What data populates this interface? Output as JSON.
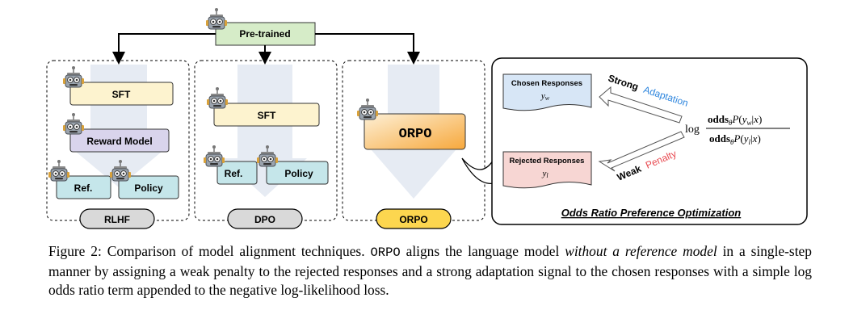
{
  "diagram": {
    "top_node": "Pre-trained",
    "panels": {
      "rlhf": {
        "label": "RLHF",
        "sft": "SFT",
        "reward_model": "Reward Model",
        "ref": "Ref.",
        "policy": "Policy"
      },
      "dpo": {
        "label": "DPO",
        "sft": "SFT",
        "ref": "Ref.",
        "policy": "Policy"
      },
      "orpo": {
        "label": "ORPO",
        "box": "ORPO"
      }
    },
    "detail": {
      "chosen_title": "Chosen Responses",
      "chosen_var": "yw",
      "rejected_title": "Rejected Responses",
      "rejected_var": "yl",
      "strong_word": "Strong",
      "adaptation_word": "Adaptation",
      "weak_word": "Weak",
      "penalty_word": "Penalty",
      "formula_log": "log",
      "formula_num": "oddsθP(yw|x)",
      "formula_den": "oddsθP(yl|x)",
      "title": "Odds Ratio Preference Optimization"
    },
    "colors": {
      "sft": "#fdf3cf",
      "reward_model": "#d9d4ec",
      "ref_policy": "#c5e6ea",
      "pretrained": "#d6ecc8",
      "orpo_gradient_start": "#fdf0d6",
      "orpo_gradient_end": "#f7a83c",
      "orpo_label": "#fcd64f",
      "pill": "#d9d9d9",
      "chosen_doc": "#d7e6f6",
      "rejected_doc": "#f7d6d3",
      "adaptation": "#2e86de",
      "penalty": "#e8474e",
      "shadow_arrow": "#e6ebf3"
    }
  },
  "caption": {
    "prefix": "Figure 2: Comparison of model alignment techniques.",
    "method": "ORPO",
    "middle": "aligns the language model",
    "emphasis": "without a reference model",
    "suffix": "in a single-step manner by assigning a weak penalty to the rejected responses and a strong adaptation signal to the chosen responses with a simple log odds ratio term appended to the negative log-likelihood loss."
  }
}
